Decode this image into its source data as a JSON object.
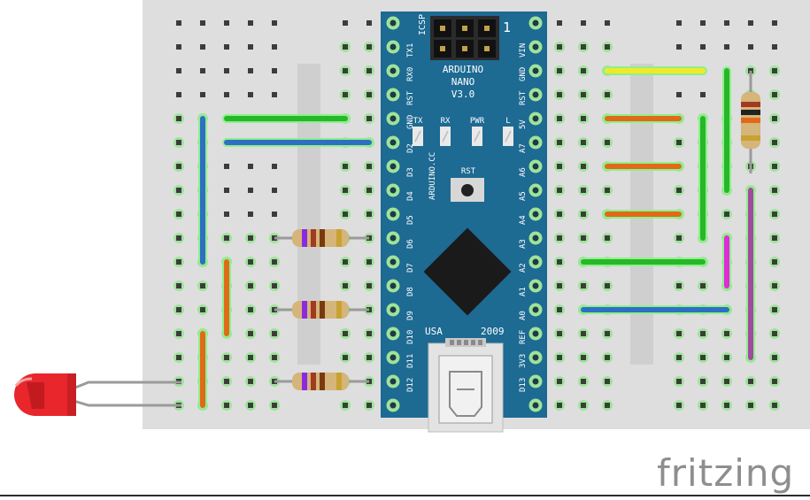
{
  "board": {
    "title": "ARDUINO",
    "model": "NANO",
    "version": "V3.0",
    "website": "ARDUINO.CC",
    "icsp": "ICSP",
    "icsp_pin1": "1",
    "rst_label": "RST",
    "usa": "USA",
    "year": "2009",
    "leds": [
      "TX",
      "RX",
      "PWR",
      "L"
    ],
    "left_pins": [
      "TX1",
      "RX0",
      "RST",
      "GND",
      "D2",
      "D3",
      "D4",
      "D5",
      "D6",
      "D7",
      "D8",
      "D9",
      "D10",
      "D11",
      "D12"
    ],
    "right_pins": [
      "VIN",
      "GND",
      "RST",
      "5V",
      "A7",
      "A6",
      "A5",
      "A4",
      "A3",
      "A2",
      "A1",
      "A0",
      "REF",
      "3V3",
      "D13"
    ]
  },
  "brand": "fritzing",
  "colors": {
    "breadboard": "#dededf",
    "board_blue": "#1d6a92",
    "wire_green": "#27b729",
    "wire_blue": "#2e6fc4",
    "wire_orange": "#e06a18",
    "wire_yellow": "#efe92a",
    "wire_magenta": "#df2bd8",
    "wire_purple": "#a34aa0",
    "led_red": "#e8262b"
  }
}
